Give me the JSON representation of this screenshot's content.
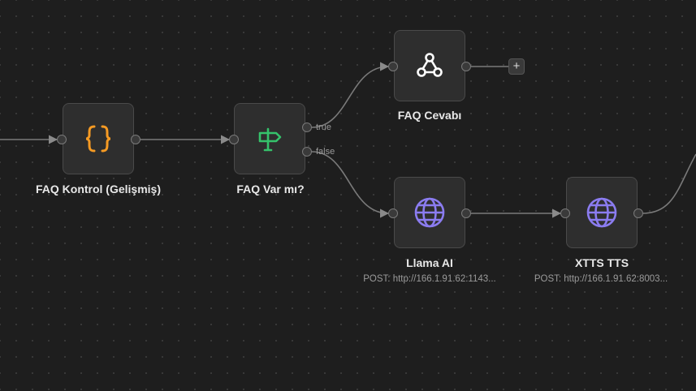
{
  "canvas": {
    "nodes": [
      {
        "id": "faq-kontrol",
        "title": "FAQ Kontrol (Gelişmiş)",
        "subtitle": "",
        "icon": "curly-braces-icon",
        "icon_color": "#f59a23"
      },
      {
        "id": "faq-var-mi",
        "title": "FAQ Var mı?",
        "subtitle": "",
        "icon": "signpost-icon",
        "icon_color": "#35c26b"
      },
      {
        "id": "faq-cevabi",
        "title": "FAQ Cevabı",
        "subtitle": "",
        "icon": "webhook-icon",
        "icon_color": "#ffffff"
      },
      {
        "id": "llama-ai",
        "title": "Llama AI",
        "subtitle": "POST: http://166.1.91.62:1143...",
        "icon": "globe-icon",
        "icon_color": "#8b7cf0"
      },
      {
        "id": "xtts-tts",
        "title": "XTTS TTS",
        "subtitle": "POST: http://166.1.91.62:8003...",
        "icon": "globe-icon",
        "icon_color": "#8b7cf0"
      }
    ],
    "branches": {
      "true_label": "true",
      "false_label": "false"
    },
    "add_button_label": "+"
  },
  "colors": {
    "background": "#1e1e1e",
    "node_bg": "#2e2e2e",
    "node_border": "#4a4a4a",
    "edge": "#7a7a7a"
  }
}
